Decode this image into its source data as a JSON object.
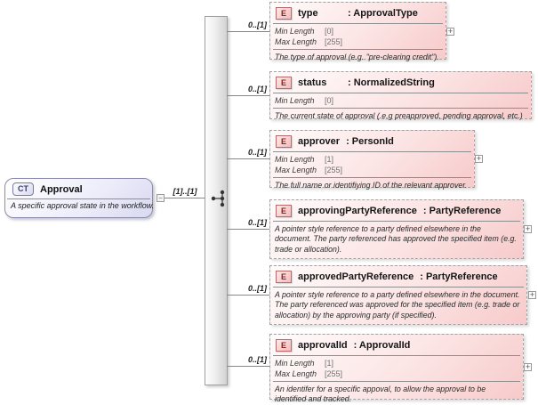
{
  "root": {
    "badge": "CT",
    "title": "Approval",
    "annotation": "A specific approval state in the workflow.",
    "cardinality": "[1]..[1]"
  },
  "ui": {
    "expand_glyph": "+",
    "collapse_glyph": "",
    "colors": {
      "element_fill": "#f7caca",
      "element_border": "#a2a2a2",
      "root_fill": "#d9d9f0",
      "badge_text": "#8b2020",
      "connector": "#888888"
    }
  },
  "elements": [
    {
      "badge": "E",
      "name": "type",
      "type": ": ApprovalType",
      "cardinality": "0..[1]",
      "facets": [
        {
          "label": "Min Length",
          "value": "[0]"
        },
        {
          "label": "Max Length",
          "value": "[255]"
        }
      ],
      "annotation": "The type of approval (e.g. \"pre-clearing credit\")."
    },
    {
      "badge": "E",
      "name": "status",
      "type": ": NormalizedString",
      "cardinality": "0..[1]",
      "facets": [
        {
          "label": "Min Length",
          "value": "[0]"
        }
      ],
      "annotation": "The current state of approval (.e.g preapproved, pending approval, etc.)"
    },
    {
      "badge": "E",
      "name": "approver",
      "type": ": PersonId",
      "cardinality": "0..[1]",
      "facets": [
        {
          "label": "Min Length",
          "value": "[1]"
        },
        {
          "label": "Max Length",
          "value": "[255]"
        }
      ],
      "annotation": "The full name or identifiying ID of the relevant approver."
    },
    {
      "badge": "E",
      "name": "approvingPartyReference",
      "type": ": PartyReference",
      "cardinality": "0..[1]",
      "facets": [],
      "annotation": "A pointer style reference to a party defined elsewhere in the document. The party referenced has approved the specified item (e.g. trade or allocation)."
    },
    {
      "badge": "E",
      "name": "approvedPartyReference",
      "type": ": PartyReference",
      "cardinality": "0..[1]",
      "facets": [],
      "annotation": "A pointer style reference to a party defined elsewhere in the document. The party referenced was approved for the specified item (e.g. trade or allocation) by the approving party (if specified)."
    },
    {
      "badge": "E",
      "name": "approvalId",
      "type": ": ApprovalId",
      "cardinality": "0..[1]",
      "facets": [
        {
          "label": "Min Length",
          "value": "[1]"
        },
        {
          "label": "Max Length",
          "value": "[255]"
        }
      ],
      "annotation": "An identifer for a specific appoval, to allow the approval to be identified and tracked."
    }
  ]
}
